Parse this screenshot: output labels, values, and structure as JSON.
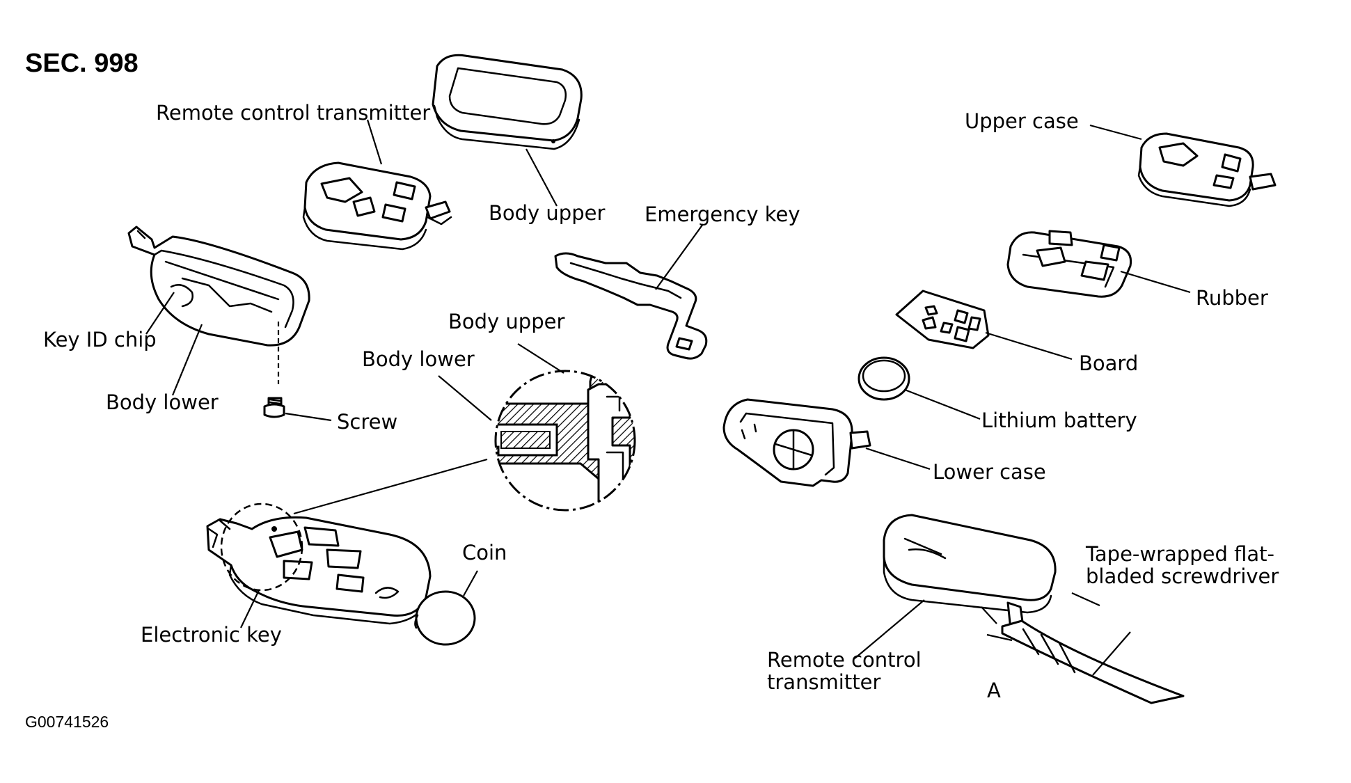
{
  "header": {
    "section": "SEC. 998"
  },
  "footer": {
    "figure_code": "G00741526"
  },
  "labels": {
    "remote_control_transmitter": "Remote control transmitter",
    "body_upper": "Body upper",
    "key_id_chip": "Key ID chip",
    "body_lower": "Body lower",
    "screw": "Screw",
    "emergency_key": "Emergency key",
    "detail_body_upper": "Body upper",
    "detail_body_lower": "Body lower",
    "coin": "Coin",
    "electronic_key": "Electronic key",
    "upper_case": "Upper case",
    "rubber": "Rubber",
    "board": "Board",
    "lithium_battery": "Lithium battery",
    "lower_case": "Lower case",
    "tape_wrapped_screwdriver": "Tape-wrapped flat-bladed screwdriver",
    "transmitter_bottom": "Remote control transmitter",
    "point_a": "A"
  }
}
